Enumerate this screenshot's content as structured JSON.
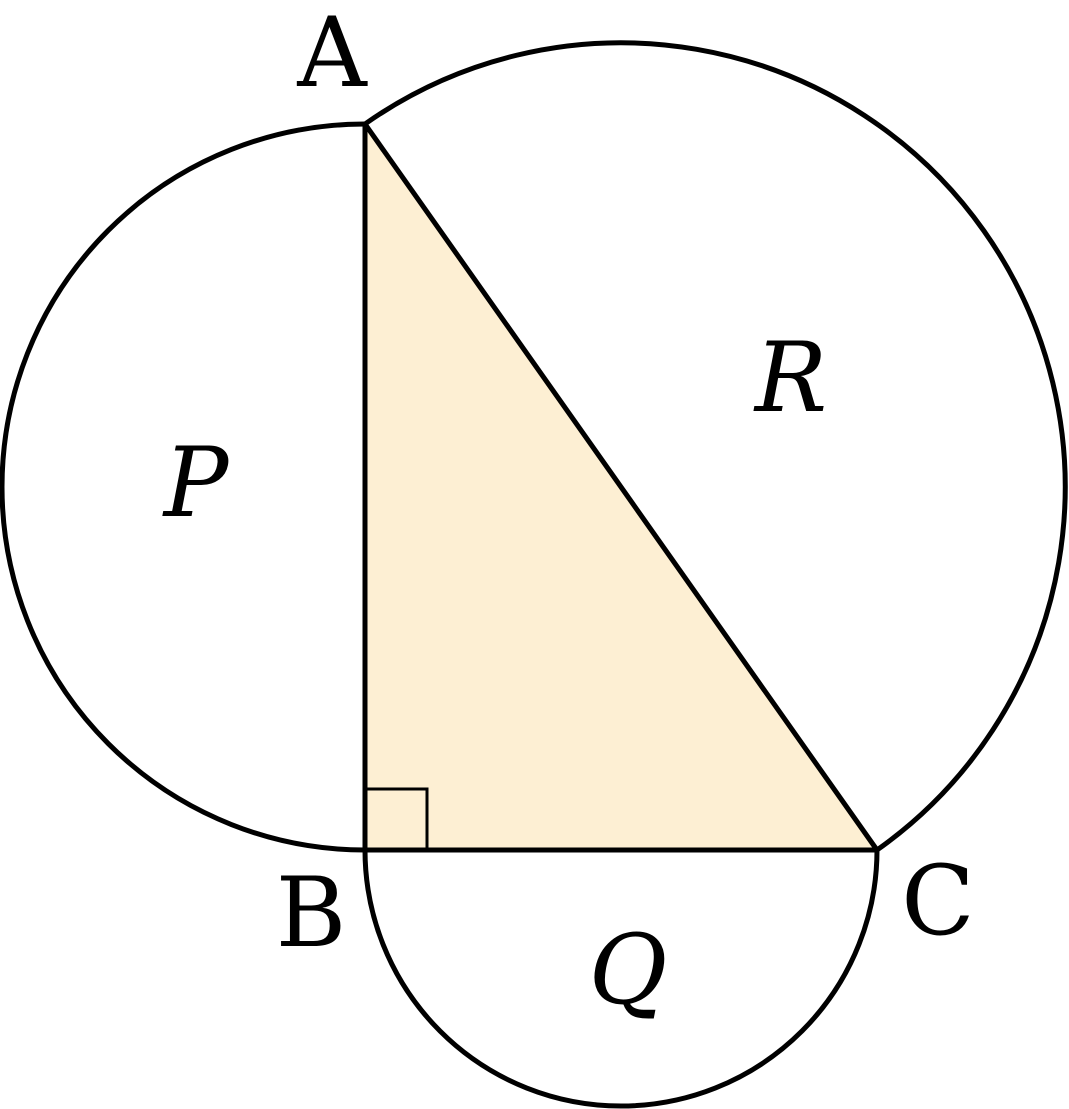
{
  "vertices": {
    "a": "A",
    "b": "B",
    "c": "C"
  },
  "regions": {
    "p": "P",
    "q": "Q",
    "r": "R"
  },
  "colors": {
    "triangle_fill": "#fdefd3",
    "stroke": "#000000",
    "background": "#ffffff"
  }
}
